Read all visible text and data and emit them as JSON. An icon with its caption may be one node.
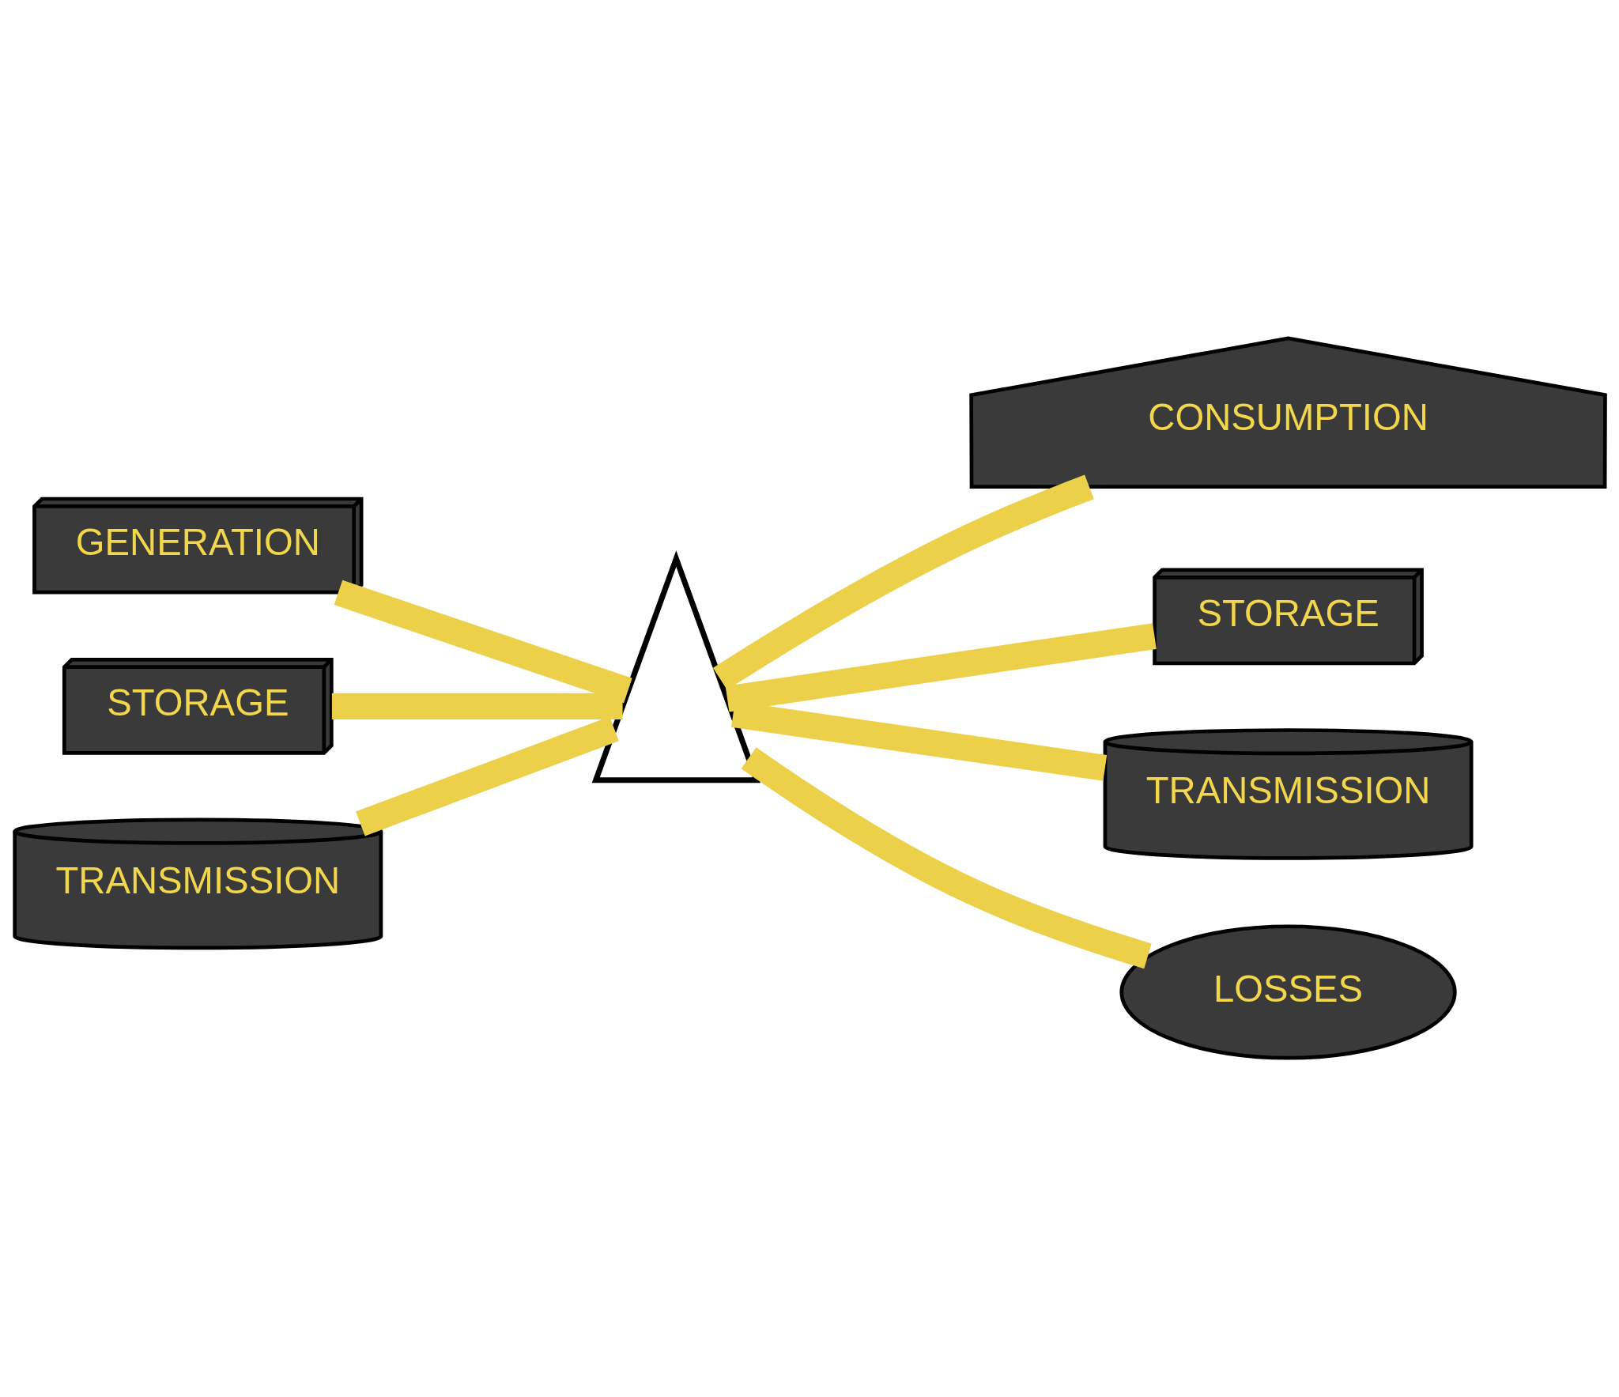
{
  "diagram": {
    "nodes": [
      {
        "text": [
          "GENERATION"
        ]
      },
      {
        "text": [
          "CONSUMPTION"
        ]
      },
      {
        "text": [
          "STORAGE"
        ]
      },
      {
        "text": [
          "STORAGE"
        ]
      },
      {
        "text": [],
        "shape": "picture"
      },
      {
        "text": [
          "TRANSMISSION"
        ]
      },
      {
        "text": [
          "TRANSMISSION"
        ]
      },
      {
        "text": [
          "LOSSES"
        ]
      }
    ],
    "edges": [
      {
        "from": 0,
        "to": 4,
        "arrow": "none"
      },
      {
        "from": 3,
        "to": 4,
        "arrow": "none"
      },
      {
        "from": 6,
        "to": 4,
        "arrow": "none"
      },
      {
        "from": 4,
        "to": 1,
        "arrow": "none"
      },
      {
        "from": 4,
        "to": 2,
        "arrow": "none"
      },
      {
        "from": 4,
        "to": 5,
        "arrow": "none"
      },
      {
        "from": 4,
        "to": 7,
        "arrow": "none"
      }
    ]
  }
}
